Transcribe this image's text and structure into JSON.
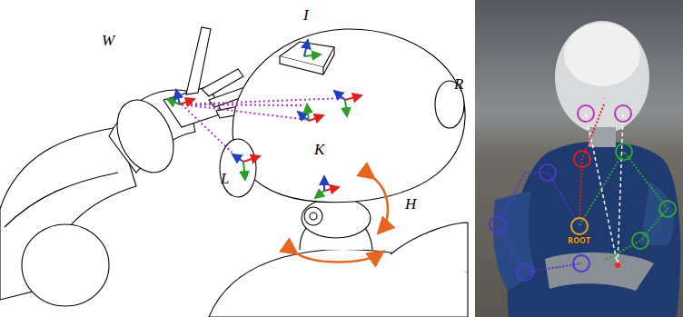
{
  "diagram": {
    "nodes": [
      {
        "text": [
          "ROOT"
        ]
      }
    ],
    "labels": [
      "I",
      "W",
      "R",
      "L",
      "K",
      "H"
    ]
  }
}
